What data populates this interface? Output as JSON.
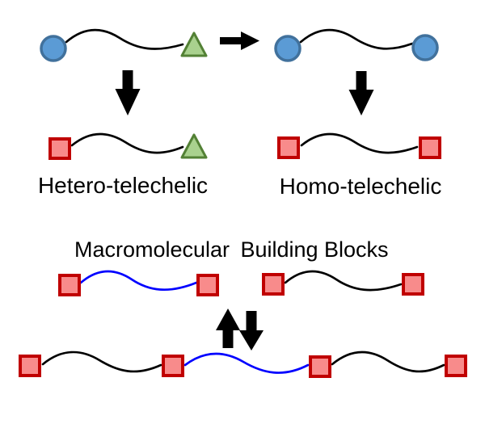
{
  "diagram": {
    "title_part1": "Macromolecular",
    "title_part2": "Building Blocks",
    "hetero_label": "Hetero-telechelic",
    "homo_label": "Homo-telechelic"
  },
  "molecules": {
    "top_left_chain": {
      "left_end": "blue-circle",
      "right_end": "green-triangle",
      "chain_color": "black"
    },
    "top_right_chain": {
      "left_end": "blue-circle",
      "right_end": "blue-circle",
      "chain_color": "black"
    },
    "hetero_telechelic_chain": {
      "left_end": "red-square",
      "right_end": "green-triangle",
      "chain_color": "black"
    },
    "homo_telechelic_chain": {
      "left_end": "red-square",
      "right_end": "red-square",
      "chain_color": "black"
    },
    "building_block_left": {
      "left_end": "red-square",
      "right_end": "red-square",
      "chain_color": "blue"
    },
    "building_block_right": {
      "left_end": "red-square",
      "right_end": "red-square",
      "chain_color": "black"
    },
    "bottom_multiblock_polymer": {
      "end_groups": "red-square",
      "segment_colors": [
        "black",
        "blue",
        "black"
      ],
      "junction_squares": 2
    }
  },
  "arrows": {
    "top_horizontal": "right",
    "top_left_vertical": "down",
    "top_right_vertical": "down",
    "equilibrium": [
      "up",
      "down"
    ]
  },
  "colors": {
    "background": "#FFFFFF",
    "text": "#000000",
    "chain_black": "#000000",
    "chain_blue": "#0000FF",
    "arrow": "#000000",
    "circle_fill": "#5B9BD5",
    "circle_stroke": "#41719C",
    "triangle_fill": "#A9D18E",
    "triangle_stroke": "#538135",
    "square_fill": "#F88B8B",
    "square_stroke": "#C00000"
  }
}
